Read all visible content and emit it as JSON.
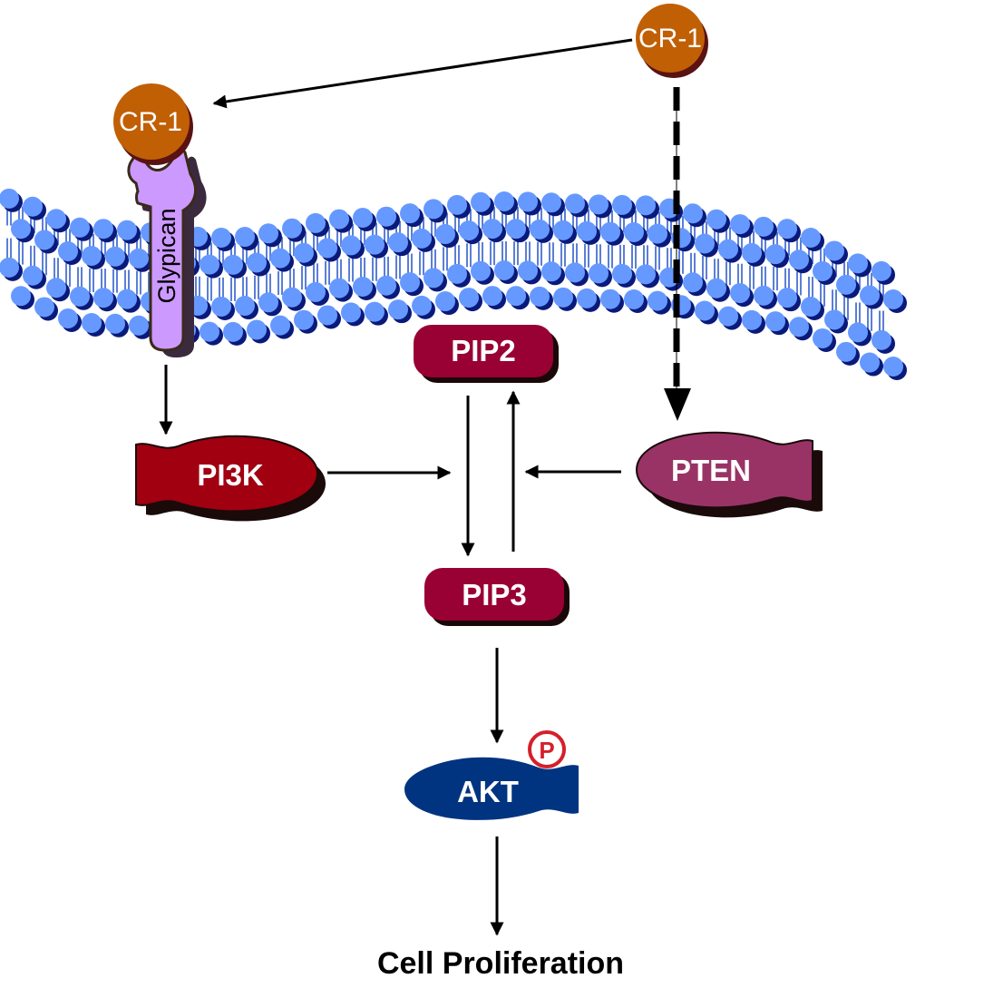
{
  "nodes": {
    "cr1_top": "CR-1",
    "cr1_bound": "CR-1",
    "glypican": "Glypican",
    "pi3k": "PI3K",
    "pip2": "PIP2",
    "pip3": "PIP3",
    "pten": "PTEN",
    "akt": "AKT",
    "phospho": "P",
    "outcome": "Cell Proliferation"
  },
  "edges": [
    {
      "from": "CR-1",
      "to": "CR-1 (Glypican-bound)",
      "style": "solid"
    },
    {
      "from": "CR-1",
      "to": "PTEN",
      "style": "dashed"
    },
    {
      "from": "Glypican",
      "to": "PI3K",
      "style": "solid"
    },
    {
      "from": "PI3K",
      "to": "PIP2 → PIP3",
      "style": "solid"
    },
    {
      "from": "PTEN",
      "to": "PIP3 → PIP2",
      "style": "solid"
    },
    {
      "from": "PIP2",
      "to": "PIP3",
      "style": "solid"
    },
    {
      "from": "PIP3",
      "to": "PIP2",
      "style": "solid"
    },
    {
      "from": "PIP3",
      "to": "AKT",
      "style": "solid"
    },
    {
      "from": "AKT",
      "to": "Cell Proliferation",
      "style": "solid"
    }
  ],
  "colors": {
    "cr1": "#c15f05",
    "glypican": "#cc99ff",
    "pi3k": "#a00010",
    "pip": "#990033",
    "pten": "#993366",
    "akt": "#003480",
    "lipid_head_light": "#6699ff",
    "lipid_head_dark": "#0a1a7a",
    "phospho": "#d4202a"
  }
}
